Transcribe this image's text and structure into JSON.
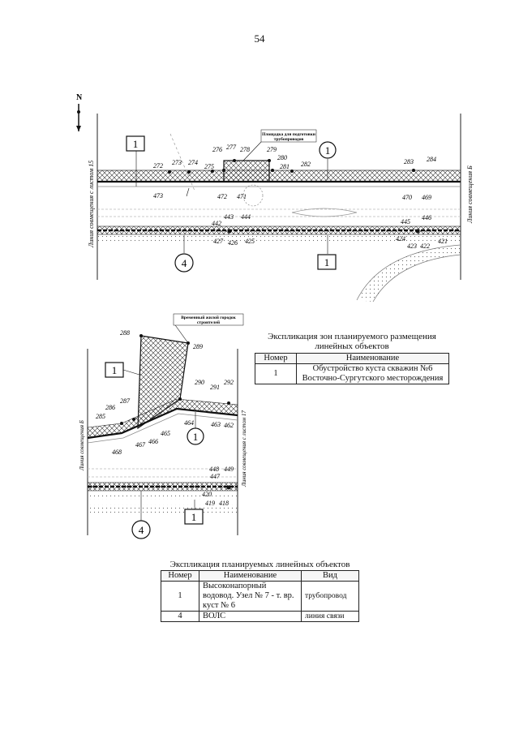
{
  "page_number": "54",
  "north": "N",
  "top_plan": {
    "callout_box": "Площадка для подготовки трубопроводов",
    "boundary_left": "Линия совмещения с листом 15",
    "boundary_right": "Линия совмещения Б",
    "labels": {
      "l272": "272",
      "l273": "273",
      "l274": "274",
      "l275": "275",
      "l276": "276",
      "l277": "277",
      "l278": "278",
      "l279": "279",
      "l280": "280",
      "l281": "281",
      "l282": "282",
      "l283": "283",
      "l284": "284",
      "l473": "473",
      "l472": "472",
      "l471": "471",
      "l470": "470",
      "l469": "469",
      "l442": "442",
      "l443": "443",
      "l444": "444",
      "l427": "427",
      "l426": "426",
      "l425": "425",
      "l445": "445",
      "l446": "446",
      "l424": "424",
      "l423": "423",
      "l422": "422",
      "l421": "421"
    },
    "markers": {
      "sq1a": "1",
      "circ1": "1",
      "circ4": "4",
      "sq1b": "1"
    }
  },
  "bottom_plan": {
    "callout_box": "Временный жилой городок строителей",
    "boundary_left": "Линия совмещения Б",
    "boundary_right": "Линия совмещения с листом 17",
    "labels": {
      "l288": "288",
      "l289": "289",
      "l290": "290",
      "l291": "291",
      "l292": "292",
      "l287": "287",
      "l286": "286",
      "l285": "285",
      "l464": "464",
      "l463": "463",
      "l462": "462",
      "l465": "465",
      "l466": "466",
      "l467": "467",
      "l468": "468",
      "l447": "447",
      "l448": "448",
      "l449": "449",
      "l420": "420",
      "l419": "419",
      "l418": "418"
    },
    "markers": {
      "sq1a": "1",
      "circ1": "1",
      "circ4": "4",
      "sq1b": "1"
    }
  },
  "zones_table": {
    "caption": "Экспликация зон планируемого размещения линейных объектов",
    "headers": [
      "Номер",
      "Наименование"
    ],
    "rows": [
      [
        "1",
        "Обустройство куста скважин №6 Восточно-Сургутского месторождения"
      ]
    ]
  },
  "linear_table": {
    "caption": "Экспликация планируемых линейных объектов",
    "headers": [
      "Номер",
      "Наименование",
      "Вид"
    ],
    "rows": [
      [
        "1",
        "Высоконапорный водовод. Узел № 7 - т. вр. куст № 6",
        "трубопровод"
      ],
      [
        "4",
        "ВОЛС",
        "линия связи"
      ]
    ]
  }
}
